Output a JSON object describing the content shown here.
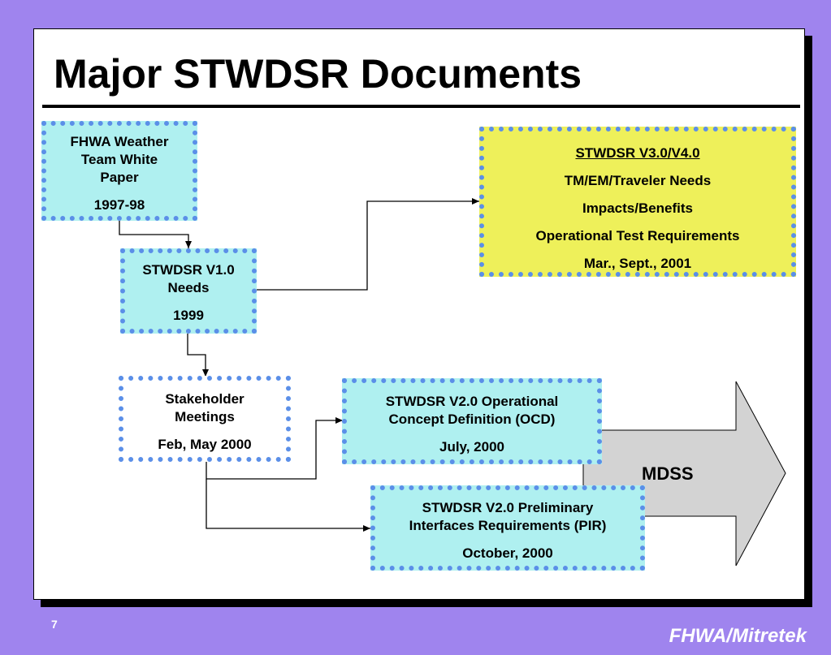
{
  "slide": {
    "title": "Major STWDSR Documents",
    "page_number": "7",
    "footer": "FHWA/Mitretek"
  },
  "boxes": {
    "white_paper": {
      "lines": [
        "FHWA Weather",
        "Team White",
        "Paper"
      ],
      "date": "1997-98"
    },
    "v1": {
      "lines": [
        "STWDSR V1.0",
        "Needs"
      ],
      "date": "1999"
    },
    "v3": {
      "heading": "STWDSR V3.0/V4.0",
      "items": [
        "TM/EM/Traveler Needs",
        "Impacts/Benefits",
        "Operational Test Requirements"
      ],
      "date": "Mar., Sept., 2001"
    },
    "stakeholder": {
      "lines": [
        "Stakeholder",
        "Meetings"
      ],
      "date": "Feb, May 2000"
    },
    "ocd": {
      "lines": [
        "STWDSR V2.0 Operational",
        "Concept Definition (OCD)"
      ],
      "date": "July, 2000"
    },
    "pir": {
      "lines": [
        "STWDSR V2.0 Preliminary",
        "Interfaces Requirements (PIR)"
      ],
      "date": "October, 2000"
    }
  },
  "mdss": {
    "label": "MDSS"
  },
  "colors": {
    "background": "#9f84ee",
    "box_cyan": "#aff0f0",
    "box_yellow": "#eef05a",
    "box_border": "#5b8fe8",
    "arrow_fill": "#d3d3d3"
  }
}
